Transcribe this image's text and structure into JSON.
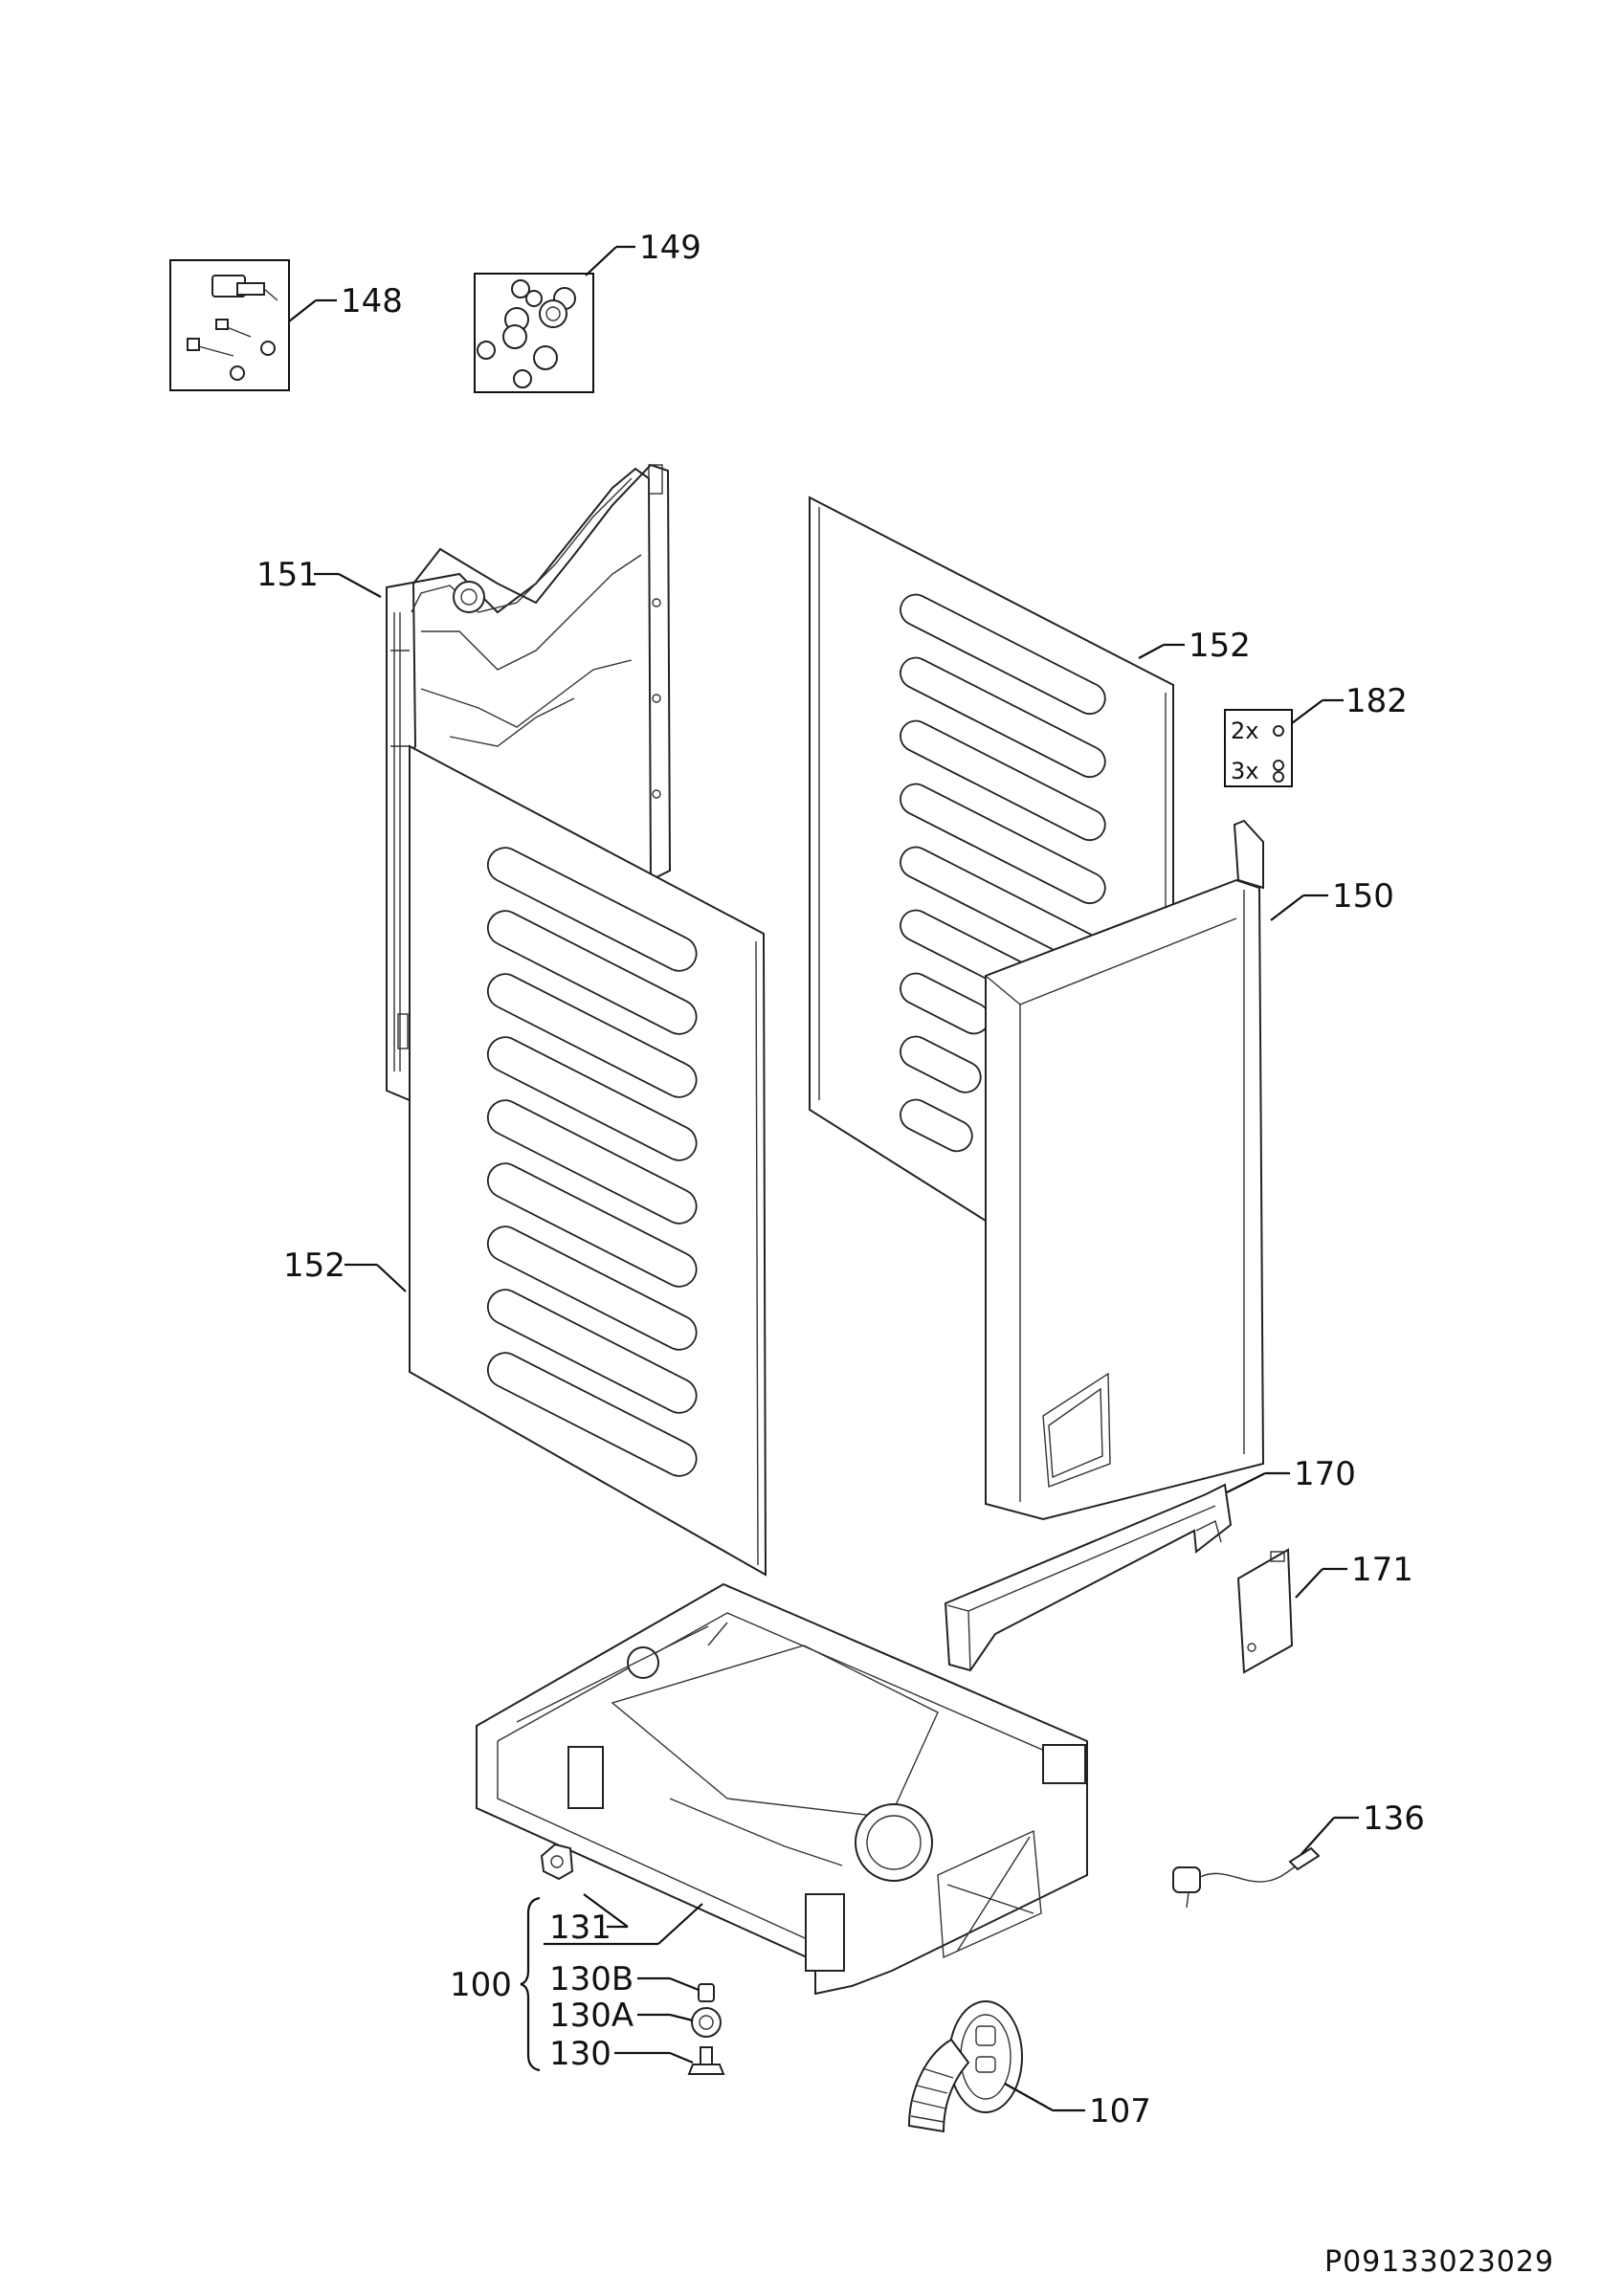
{
  "callouts": {
    "c148": "148",
    "c149": "149",
    "c151": "151",
    "c152_upper": "152",
    "c182": "182",
    "c150": "150",
    "c152_lower": "152",
    "c170": "170",
    "c171": "171",
    "c136": "136",
    "c131": "131",
    "c100": "100",
    "c130B": "130B",
    "c130A": "130A",
    "c130": "130",
    "c107": "107"
  },
  "kit_182": {
    "qty_a": "2x",
    "qty_b": "3x"
  },
  "document_id": "P09133023029"
}
